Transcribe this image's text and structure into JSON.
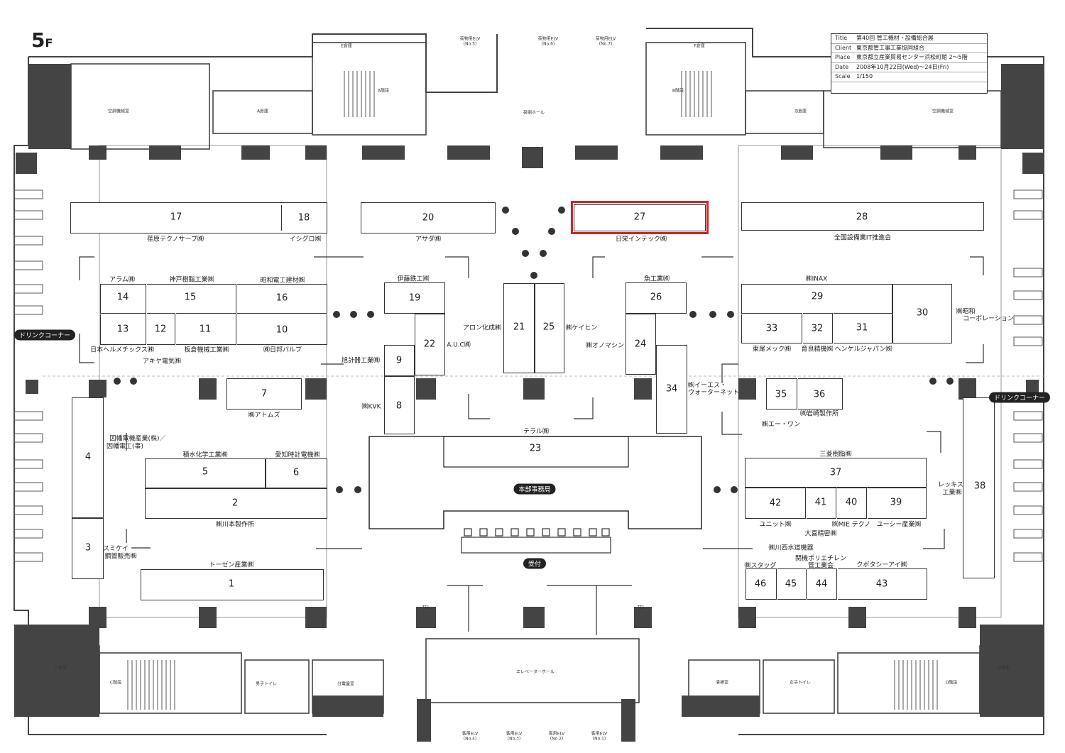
{
  "floor": {
    "number": "5",
    "suffix": "F"
  },
  "info": {
    "rows": [
      {
        "key": "Title",
        "value": "第40回 管工機材・設備総合展"
      },
      {
        "key": "Client",
        "value": "東京都管工事工業協同組合"
      },
      {
        "key": "Place",
        "value": "東京都立産業貿易センター浜松町館 2～5階"
      },
      {
        "key": "Date",
        "value": "2008年10月22日(Wed)～24日(Fri)"
      },
      {
        "key": "Scale",
        "value": "1/150"
      }
    ]
  },
  "highlight": {
    "booth": "27",
    "color": "#d32424"
  },
  "booths": {
    "b1": "1",
    "b2": "2",
    "b3": "3",
    "b4": "4",
    "b5": "5",
    "b6": "6",
    "b7": "7",
    "b8": "8",
    "b9": "9",
    "b10": "10",
    "b11": "11",
    "b12": "12",
    "b13": "13",
    "b14": "14",
    "b15": "15",
    "b16": "16",
    "b17": "17",
    "b18": "18",
    "b19": "19",
    "b20": "20",
    "b21": "21",
    "b22": "22",
    "b23": "23",
    "b24": "24",
    "b25": "25",
    "b26": "26",
    "b27": "27",
    "b28": "28",
    "b29": "29",
    "b30": "30",
    "b31": "31",
    "b32": "32",
    "b33": "33",
    "b34": "34",
    "b35": "35",
    "b36": "36",
    "b37": "37",
    "b38": "38",
    "b39": "39",
    "b40": "40",
    "b41": "41",
    "b42": "42",
    "b43": "43",
    "b44": "44",
    "b45": "45",
    "b46": "46"
  },
  "exhibitors": {
    "e17": "荏原テクノサーブ㈱",
    "e18": "イシグロ㈱",
    "e20": "アサダ㈱",
    "e27": "日栄インテック㈱",
    "e28": "全国設備業IT推進会",
    "e14": "アラム㈱",
    "e15": "神戸樹脂工業㈱",
    "e16": "昭和電工建材㈱",
    "e19": "伊藤鉄工㈱",
    "e26": "魚工業㈱",
    "e29": "㈱INAX",
    "e30a": "㈱昭和",
    "e30b": "コーポレーション",
    "e13": "日本ヘルメチックス㈱",
    "e12": "アキヤ電気㈱",
    "e11": "板倉機械工業㈱",
    "e10": "㈱日邦バルブ",
    "e21": "アロン化成㈱",
    "e25": "㈱ケイヒン",
    "e22": "A.U.C㈱",
    "e24": "㈱オノマシン",
    "e33": "東尾メック㈱",
    "e32": "育良精機㈱",
    "e31": "ヘンケルジャパン㈱",
    "e9": "旭計器工業㈱",
    "e8": "㈱KVK",
    "e7": "㈱アトムズ",
    "e34a": "㈱イーエス・",
    "e34b": "ウォーターネット",
    "e36": "㈱岩崎製作所",
    "e35": "㈱エー・ワン",
    "e23": "テラル㈱",
    "e4a": "因幡電機産業(株)／",
    "e4b": "因幡電工(事)",
    "e5": "積水化学工業㈱",
    "e6": "愛知時計電機㈱",
    "e2": "㈱川本製作所",
    "e37": "三菱樹脂㈱",
    "e38a": "レッキス",
    "e38b": "工業㈱",
    "e42": "ユニット㈱",
    "e41": "大喜精密㈱",
    "e40": "㈱MIE テクノ",
    "e39": "ユーシー産業㈱",
    "e3a": "スミケイ",
    "e3b": "鋼管販売㈱",
    "e1": "トーゼン産業㈱",
    "e46": "㈱スタッグ",
    "e45": "㈱川西水道機器",
    "e44a": "関機ポリエチレン",
    "e44b": "管工業会",
    "e43": "クボタシーアイ㈱"
  },
  "facilities": {
    "hq": "本部事務局",
    "reception": "受付",
    "drink_left": "ドリンクコーナー",
    "drink_right": "ドリンクコーナー",
    "tel_left": "TEL",
    "tel_right": "TEL",
    "elv5": "荷物用ELV",
    "elv5n": "(No.5)",
    "elv6": "荷物用ELV",
    "elv6n": "(No.6)",
    "elv7": "荷物用ELV",
    "elv7n": "(No.7)",
    "elv4": "客用ELV",
    "elv4n": "(No.4)",
    "elv3": "客用ELV",
    "elv3n": "(No.3)",
    "elv2": "客用ELV",
    "elv2n": "(No.2)",
    "elv1": "客用ELV",
    "elv1n": "(No.1)",
    "cargo_hall": "荷捌ホール",
    "elevator_hall": "エレベーターホール",
    "room_a_mech": "空調機械室",
    "room_a_store": "A倉庫",
    "room_a_stair": "A階段",
    "room_e_store": "E倉庫",
    "room_f_store": "F倉庫",
    "room_b_stair": "B階段",
    "room_b_store": "B倉庫",
    "room_b_mech": "空調機械室",
    "room_c_store": "C倉庫",
    "room_c_stair": "C階段",
    "room_mens": "男子トイレ",
    "room_power": "分電盤室",
    "room_cleaning": "清掃室",
    "room_womens": "女子トイレ",
    "room_d_stair": "D階段",
    "room_d_store": "D倉庫"
  }
}
